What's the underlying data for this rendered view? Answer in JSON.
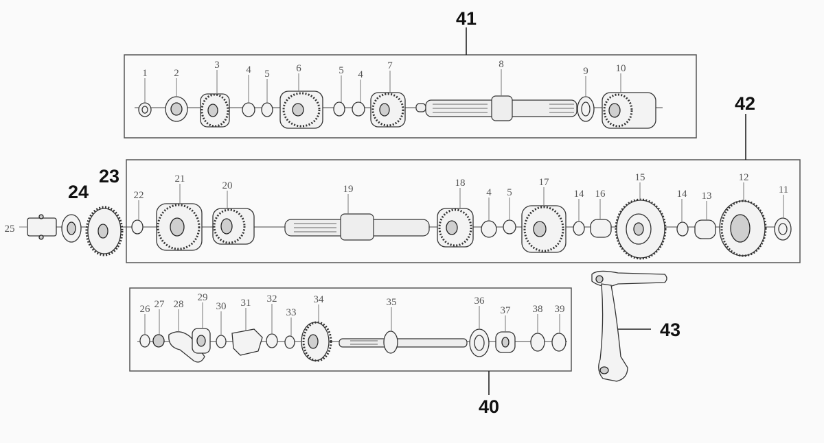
{
  "groups": {
    "top": "41",
    "middle": "42",
    "bottom": "40",
    "kick_lever": "43"
  },
  "external_labels": {
    "sprocket": "23",
    "sprocket_plate": "24",
    "bolt": "25"
  },
  "top_row": [
    "1",
    "2",
    "3",
    "4",
    "5",
    "6",
    "5",
    "4",
    "7",
    "8",
    "9",
    "10"
  ],
  "middle_row": [
    "22",
    "21",
    "20",
    "19",
    "18",
    "4",
    "5",
    "17",
    "14",
    "16",
    "15",
    "14",
    "13",
    "12",
    "11"
  ],
  "bottom_row": [
    "26",
    "27",
    "28",
    "29",
    "30",
    "31",
    "32",
    "33",
    "34",
    "35",
    "36",
    "37",
    "38",
    "39"
  ]
}
